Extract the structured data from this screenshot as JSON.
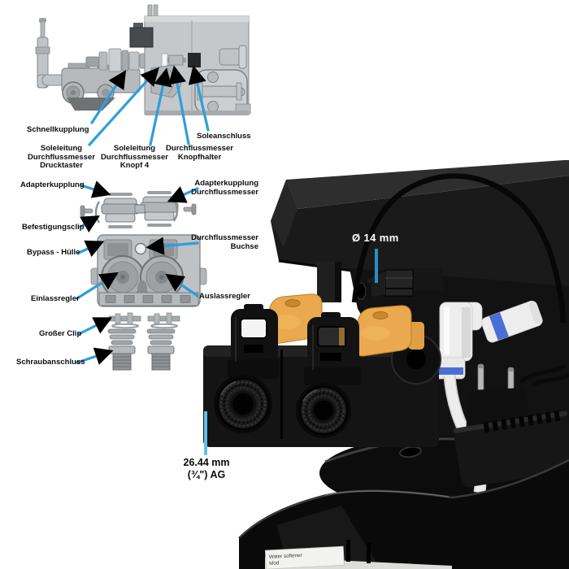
{
  "colors": {
    "arrow_blue": "#2e9fdb",
    "annotation_blue_dark": "#2590c8",
    "annotation_blue_light": "#5fc0e8",
    "handle_orange": "#eaa94e",
    "fitting_ring_blue": "#4a6fd4"
  },
  "diagram": {
    "labels": {
      "schnellkupplung": "Schnellkupplung",
      "soleleitung_drucktaster": "Soleleitung\nDurchflussmesser\nDrucktaster",
      "soleleitung_knopf4": "Soleleitung\nDurchflussmesser\nKnopf 4",
      "durchflussmesser_knopfhalter": "Durchflussmesser\nKnopfhalter",
      "soleanschluss": "Soleanschluss",
      "adapterkupplung": "Adapterkupplung",
      "adapterkupplung_durchflussmesser": "Adapterkupplung\nDurchflussmesser",
      "befestigungsclip": "Befestigungsclip",
      "bypass_huelle": "Bypass - Hülle",
      "durchflussmesser_buchse": "Durchflussmesser\nBuchse",
      "einlassregler": "Einlassregler",
      "auslassregler": "Auslassregler",
      "grosser_clip": "Großer Clip",
      "schraubanschluss": "Schraubanschluss"
    }
  },
  "photo": {
    "annotations": {
      "hose_diameter": "Ø 14 mm",
      "thread_size": "26.44 mm\n(¾\") AG"
    },
    "sticker": {
      "line1": "Water softener",
      "line2": "Mod"
    }
  }
}
